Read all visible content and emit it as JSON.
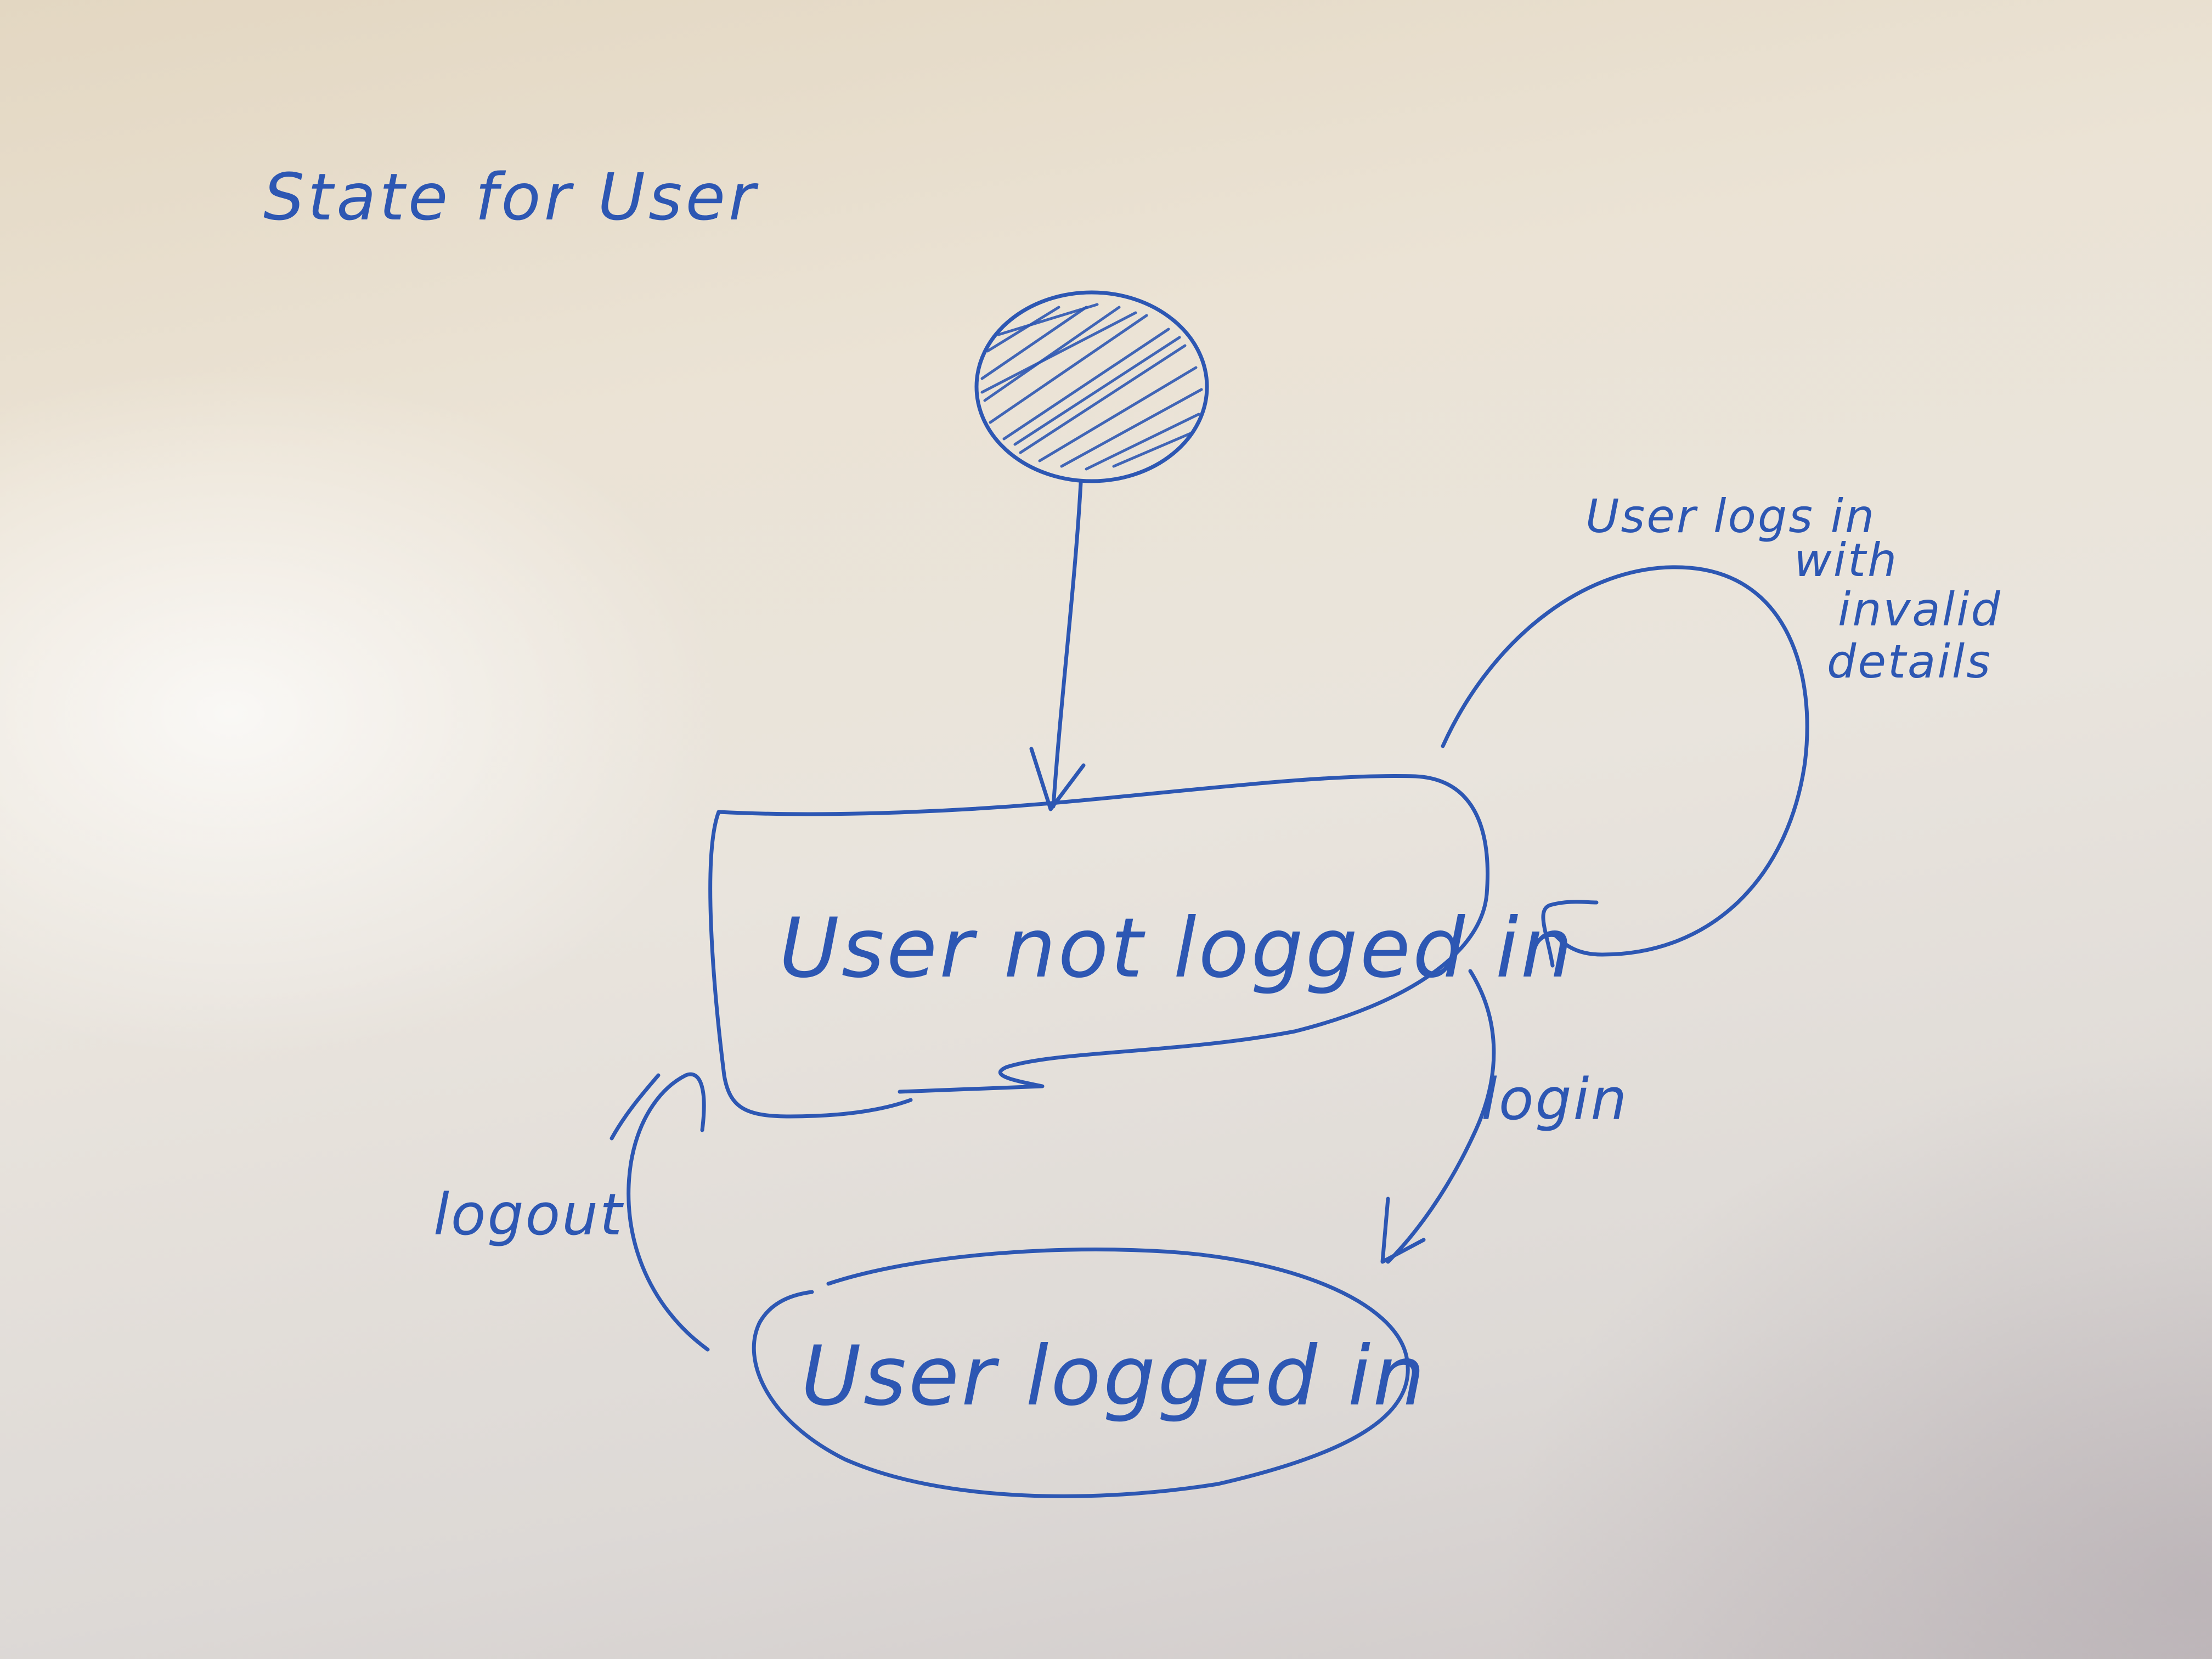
{
  "title": "State for User",
  "states": {
    "initial": {
      "kind": "filled-circle"
    },
    "not_logged_in": {
      "label": "User not logged in"
    },
    "logged_in": {
      "label": "User logged in"
    }
  },
  "transitions": {
    "login": {
      "label": "login"
    },
    "logout": {
      "label": "logout"
    },
    "invalid": {
      "label_lines": [
        "User logs in",
        "with",
        "invalid",
        "details"
      ]
    }
  },
  "colors": {
    "ink": "#2d57b3",
    "board": "#e9e4dd"
  }
}
